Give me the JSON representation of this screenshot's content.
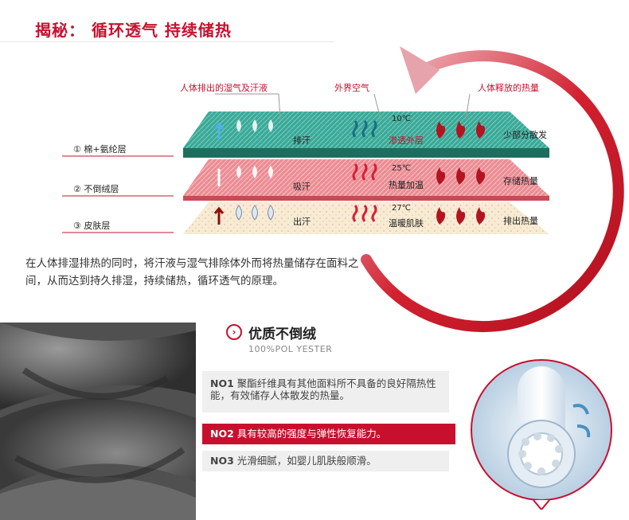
{
  "header": {
    "title": "揭秘： 循环透气 持续储热"
  },
  "callouts": {
    "moisture": "人体排出的湿气及汗液",
    "outside_air": "外界空气",
    "body_heat": "人体释放的热量"
  },
  "layers": [
    {
      "num": "①",
      "name": "棉+氨纶层",
      "action": "排汗",
      "temp": "10℃",
      "air_effect": "渗透外层",
      "heat_effect": "少部分散发",
      "color": "#2a9a8c"
    },
    {
      "num": "②",
      "name": "不倒绒层",
      "action": "吸汗",
      "temp": "25℃",
      "air_effect": "热量加温",
      "heat_effect": "存储热量",
      "color": "#e8707a"
    },
    {
      "num": "③",
      "name": "皮肤层",
      "action": "出汗",
      "temp": "27℃",
      "air_effect": "温暖肌肤",
      "heat_effect": "排出热量",
      "color": "#f3e6c8"
    }
  ],
  "description": "在人体排湿排热的同时，将汗液与湿气排除体外而将热量储存在面料之间，从而达到持久排湿，持续储热，循环透气的原理。",
  "quality": {
    "icon": "chevron-right-icon",
    "title": "优质不倒绒",
    "subtitle": "100%POL YESTER",
    "features": [
      {
        "no": "NO1",
        "text": "聚酯纤维具有其他面料所不具备的良好隔热性能，有效储存人体散发的热量。"
      },
      {
        "no": "NO2",
        "text": "具有较高的强度与弹性恢复能力。"
      },
      {
        "no": "NO3",
        "text": "光滑细腻，如婴儿肌肤般顺滑。"
      }
    ]
  },
  "colors": {
    "accent": "#c8102e",
    "teal": "#2a9a8c",
    "pink": "#e8707a",
    "cream": "#f3e6c8"
  }
}
